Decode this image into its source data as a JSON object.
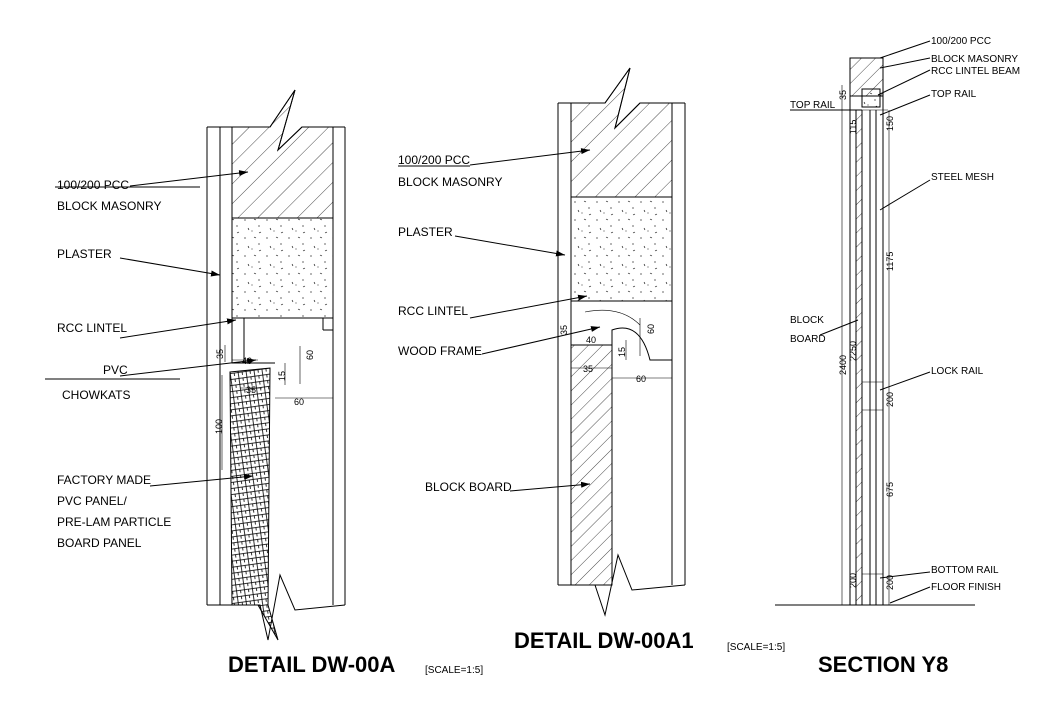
{
  "titles": {
    "detail_a": "DETAIL DW-00A",
    "detail_a_scale": "[SCALE=1:5]",
    "detail_a1": "DETAIL DW-00A1",
    "detail_a1_scale": "[SCALE=1:5]",
    "section": "SECTION Y8"
  },
  "detail_a": {
    "label_pcc": "100/200 PCC",
    "label_block_masonry": "BLOCK MASONRY",
    "label_plaster": "PLASTER",
    "label_rcc_lintel": "RCC LINTEL",
    "label_pvc": "PVC",
    "label_chowkats": "CHOWKATS",
    "label_factory_made": "FACTORY MADE",
    "label_pvc_panel": "PVC PANEL/",
    "label_prelam": "PRE-LAM PARTICLE",
    "label_board_panel": "BOARD PANEL",
    "dims": {
      "d35": "35",
      "d40": "40",
      "d60v": "60",
      "d15": "15",
      "d35b": "35",
      "d60h": "60",
      "d100": "100"
    }
  },
  "detail_a1": {
    "label_pcc": "100/200 PCC",
    "label_block_masonry": "BLOCK MASONRY",
    "label_plaster": "PLASTER",
    "label_rcc_lintel": "RCC LINTEL",
    "label_wood_frame": "WOOD FRAME",
    "label_block_board": "BLOCK BOARD",
    "dims": {
      "d40": "40",
      "d60v": "60",
      "d15": "15",
      "d35": "35",
      "d60h": "60",
      "d35v": "35"
    }
  },
  "section_y8": {
    "label_pcc": "100/200 PCC",
    "label_block_masonry": "BLOCK MASONRY",
    "label_rcc_lintel_beam": "RCC LINTEL BEAM",
    "label_top_rail_right": "TOP RAIL",
    "label_top_rail_left": "TOP RAIL",
    "label_steel_mesh": "STEEL MESH",
    "label_block": "BLOCK",
    "label_board": "BOARD",
    "label_lock_rail": "LOCK RAIL",
    "label_bottom_rail": "BOTTOM RAIL",
    "label_floor_finish": "FLOOR FINISH",
    "dims": {
      "d35": "35",
      "d115": "115",
      "d150": "150",
      "d1175": "1175",
      "d2400": "2400",
      "d2250": "2250",
      "d200": "200",
      "d675": "675",
      "d200b": "200",
      "d200c": "200"
    }
  }
}
